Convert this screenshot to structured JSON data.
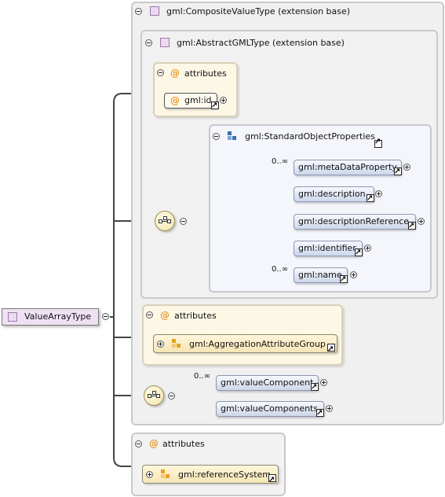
{
  "root": {
    "label": "ValueArrayType"
  },
  "outer_panel": {
    "title": "gml:CompositeValueType (extension base)"
  },
  "inner_panel": {
    "title": "gml:AbstractGMLType (extension base)"
  },
  "attributes_label": "attributes",
  "id_attribute": "gml:id",
  "standard_object_properties": {
    "title": "gml:StandardObjectProperties",
    "elements": [
      {
        "label": "gml:metaDataProperty",
        "cardinality": "0..∞"
      },
      {
        "label": "gml:description",
        "cardinality": ""
      },
      {
        "label": "gml:descriptionReference",
        "cardinality": ""
      },
      {
        "label": "gml:identifier",
        "cardinality": ""
      },
      {
        "label": "gml:name",
        "cardinality": "0..∞"
      }
    ]
  },
  "aggregation_group": "gml:AggregationAttributeGroup",
  "choice_elements": [
    {
      "label": "gml:valueComponent",
      "cardinality": "0..∞"
    },
    {
      "label": "gml:valueComponents",
      "cardinality": ""
    }
  ],
  "bottom_attributes": {
    "title": "attributes",
    "group": "gml:referenceSystem"
  },
  "colors": {
    "element_fill": "#cdd7ea",
    "attribute_fill": "#fdf7e6",
    "type_icon": "#ecdaf0",
    "group_icon": "#e8a21a"
  }
}
